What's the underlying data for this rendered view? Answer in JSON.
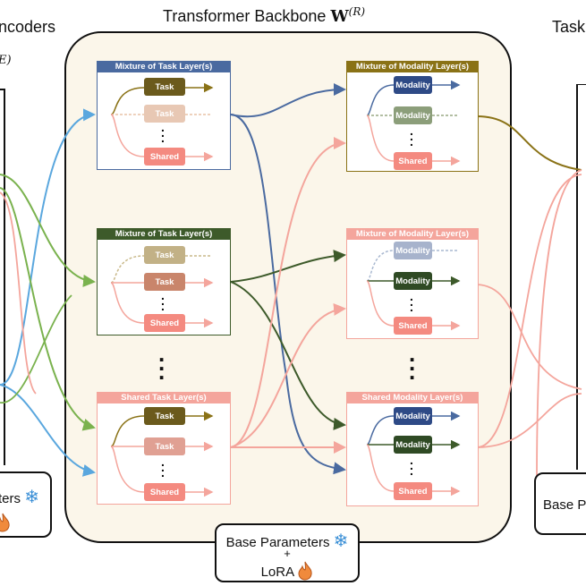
{
  "titles": {
    "left": "ncoders",
    "left_symbol": "E)",
    "center": "Transformer Backbone",
    "center_math": "W",
    "center_sup": "(R)",
    "right": "Task"
  },
  "cards": {
    "left_params": "ters",
    "center_params": "Base Parameters",
    "center_plus": "+",
    "center_lora": "LoRA",
    "right_params": "Base P"
  },
  "layers": {
    "task1": {
      "title": "Mixture of Task Layer(s)",
      "top": "Task",
      "mid": "Task",
      "bottom": "Shared"
    },
    "task2": {
      "title": "Mixture of Task Layer(s)",
      "top": "Task",
      "mid": "Task",
      "bottom": "Shared"
    },
    "task3": {
      "title": "Shared Task Layer(s)",
      "top": "Task",
      "mid": "Task",
      "bottom": "Shared"
    },
    "mod1": {
      "title": "Mixture of Modality Layer(s)",
      "top": "Modality",
      "mid": "Modality",
      "bottom": "Shared"
    },
    "mod2": {
      "title": "Mixture of Modality Layer(s)",
      "top": "Modality",
      "mid": "Modality",
      "bottom": "Shared"
    },
    "mod3": {
      "title": "Shared Modality Layer(s)",
      "top": "Modality",
      "mid": "Modality",
      "bottom": "Shared"
    }
  },
  "colors": {
    "blue": "#5aa7de",
    "green": "#7ab24e",
    "salmon": "#f4a59c",
    "olive": "#8a7216",
    "darkgreen": "#3d5a2a",
    "navy": "#4a6aa0",
    "snow": "#3a8fd6",
    "fire": "#f08a3c"
  },
  "icons": [
    "snowflake-icon",
    "flame-icon"
  ]
}
